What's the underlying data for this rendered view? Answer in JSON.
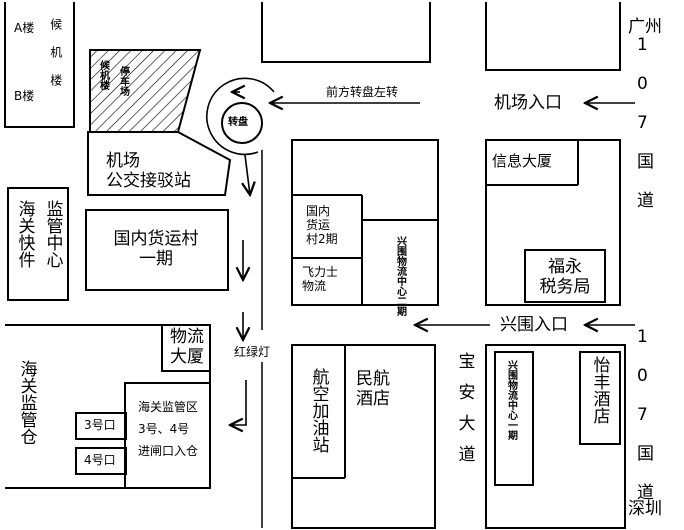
{
  "buildings": {
    "a_building": "A楼",
    "b_building": "B楼",
    "terminal": "候机楼",
    "terminal_parking": "候机楼",
    "parking": "停车场",
    "airport_bus": "机场\n公交接驳站",
    "customs_express": "海关快件",
    "supervision_center": "监管中心",
    "cargo_village": "国内货运村\n一期",
    "cargo_village_2": "国内\n货运\n村2期",
    "feilishi": "飞力士\n物流",
    "xingwei_phase1": "兴围物流中心二期",
    "xinxi": "信息大厦",
    "fuyong_tax": "福永\n税务局",
    "logistics_tower": "物流\n大厦",
    "customs_warehouse": "海关监管仓",
    "bonded_area": "海关监管区\n3号、4号\n进闸口入仓",
    "gate3": "3号口",
    "gate4": "4号口",
    "gas_station": "航空加油站",
    "minhang_hotel": "民航\n酒店",
    "xingwei_center1": "兴围物流中心一期",
    "yifeng_hotel": "怡丰酒店"
  },
  "roads": {
    "roundabout": "转盘",
    "turn_left": "前方转盘左转",
    "airport_entrance": "机场入口",
    "xingwei_entrance": "兴围入口",
    "traffic_light": "红绿灯",
    "baoan_avenue": "宝安大道",
    "guangzhou": "广州",
    "shenzhen": "深圳",
    "national_road_top": [
      "1",
      "0",
      "7",
      "国",
      "道"
    ],
    "national_road_bottom": [
      "1",
      "0",
      "7",
      "国",
      "道"
    ]
  }
}
